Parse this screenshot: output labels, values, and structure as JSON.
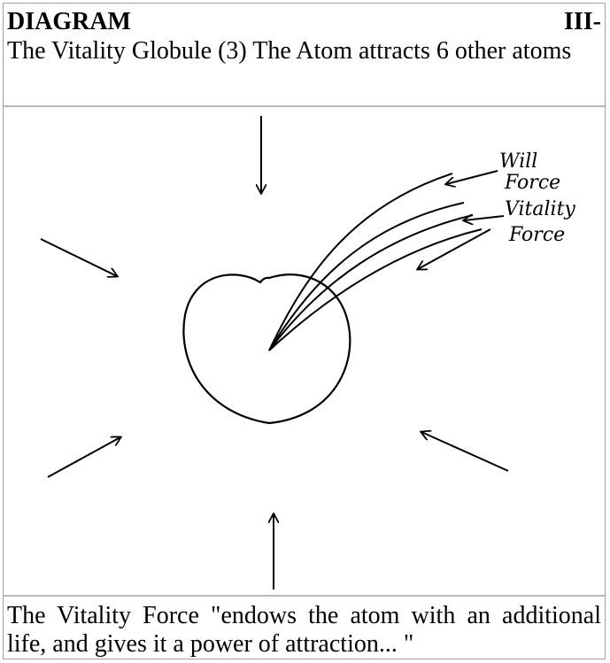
{
  "header": {
    "title_left": "DIAGRAM",
    "title_right": "III-",
    "subtitle": "The Vitality Globule (3) The Atom attracts 6 other atoms"
  },
  "diagram": {
    "labels": {
      "will_1": "Will",
      "will_2": "Force",
      "vitality_1": "Vitality",
      "vitality_2": "Force"
    }
  },
  "caption": {
    "text": "The Vitality Force \"endows the atom with an additional life, and gives it a power of attraction... \""
  }
}
